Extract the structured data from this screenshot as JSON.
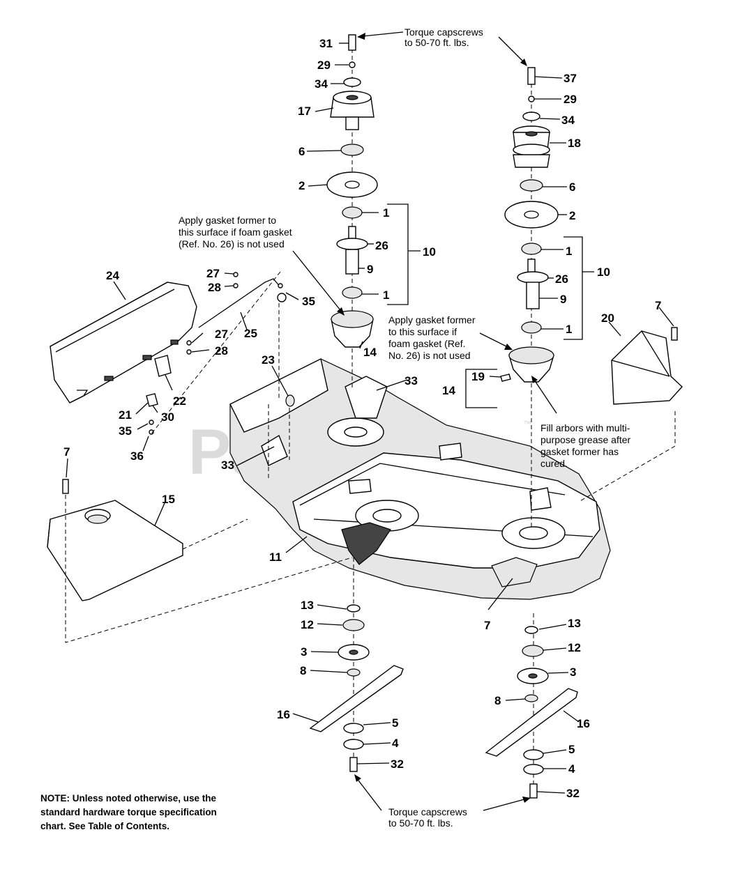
{
  "watermark": {
    "text": "PartsTree",
    "tm": "™"
  },
  "notes": {
    "torque_top_1": "Torque capscrews",
    "torque_top_2": "to 50-70 ft. lbs.",
    "torque_bottom_1": "Torque capscrews",
    "torque_bottom_2": "to 50-70 ft. lbs.",
    "gasket_left_1": "Apply gasket former to",
    "gasket_left_2": "this surface if foam gasket",
    "gasket_left_3": "(Ref. No. 26) is not used",
    "gasket_right_1": "Apply gasket former",
    "gasket_right_2": "to this surface if",
    "gasket_right_3": "foam gasket (Ref.",
    "gasket_right_4": "No. 26) is not used",
    "fill_1": "Fill arbors with multi-",
    "fill_2": "purpose grease after",
    "fill_3": "gasket former has",
    "fill_4": "cured.",
    "footnote_1": "NOTE: Unless noted otherwise, use the",
    "footnote_2": "standard hardware torque specification",
    "footnote_3": "chart. See Table of Contents."
  },
  "callouts": {
    "c31": "31",
    "c29a": "29",
    "c34a": "34",
    "c17": "17",
    "c6a": "6",
    "c2a": "2",
    "c1a": "1",
    "c26a": "26",
    "c9a": "9",
    "c1b": "1",
    "c10a": "10",
    "c14a": "14",
    "c37": "37",
    "c29b": "29",
    "c34b": "34",
    "c18": "18",
    "c6b": "6",
    "c2b": "2",
    "c1c": "1",
    "c26b": "26",
    "c10b": "10",
    "c9b": "9",
    "c1d": "1",
    "c7a": "7",
    "c20": "20",
    "c19": "19",
    "c14b": "14",
    "c24": "24",
    "c27a": "27",
    "c28a": "28",
    "c35a": "35",
    "c25": "25",
    "c27b": "27",
    "c28b": "28",
    "c23": "23",
    "c33a": "33",
    "c22": "22",
    "c21": "21",
    "c30": "30",
    "c35b": "35",
    "c36": "36",
    "c33b": "33",
    "c7b": "7",
    "c15": "15",
    "c11": "11",
    "c7c": "7",
    "c13a": "13",
    "c12a": "12",
    "c3a": "3",
    "c8a": "8",
    "c16a": "16",
    "c5a": "5",
    "c4a": "4",
    "c32a": "32",
    "c13b": "13",
    "c12b": "12",
    "c3b": "3",
    "c8b": "8",
    "c16b": "16",
    "c5b": "5",
    "c4b": "4",
    "c32b": "32"
  }
}
